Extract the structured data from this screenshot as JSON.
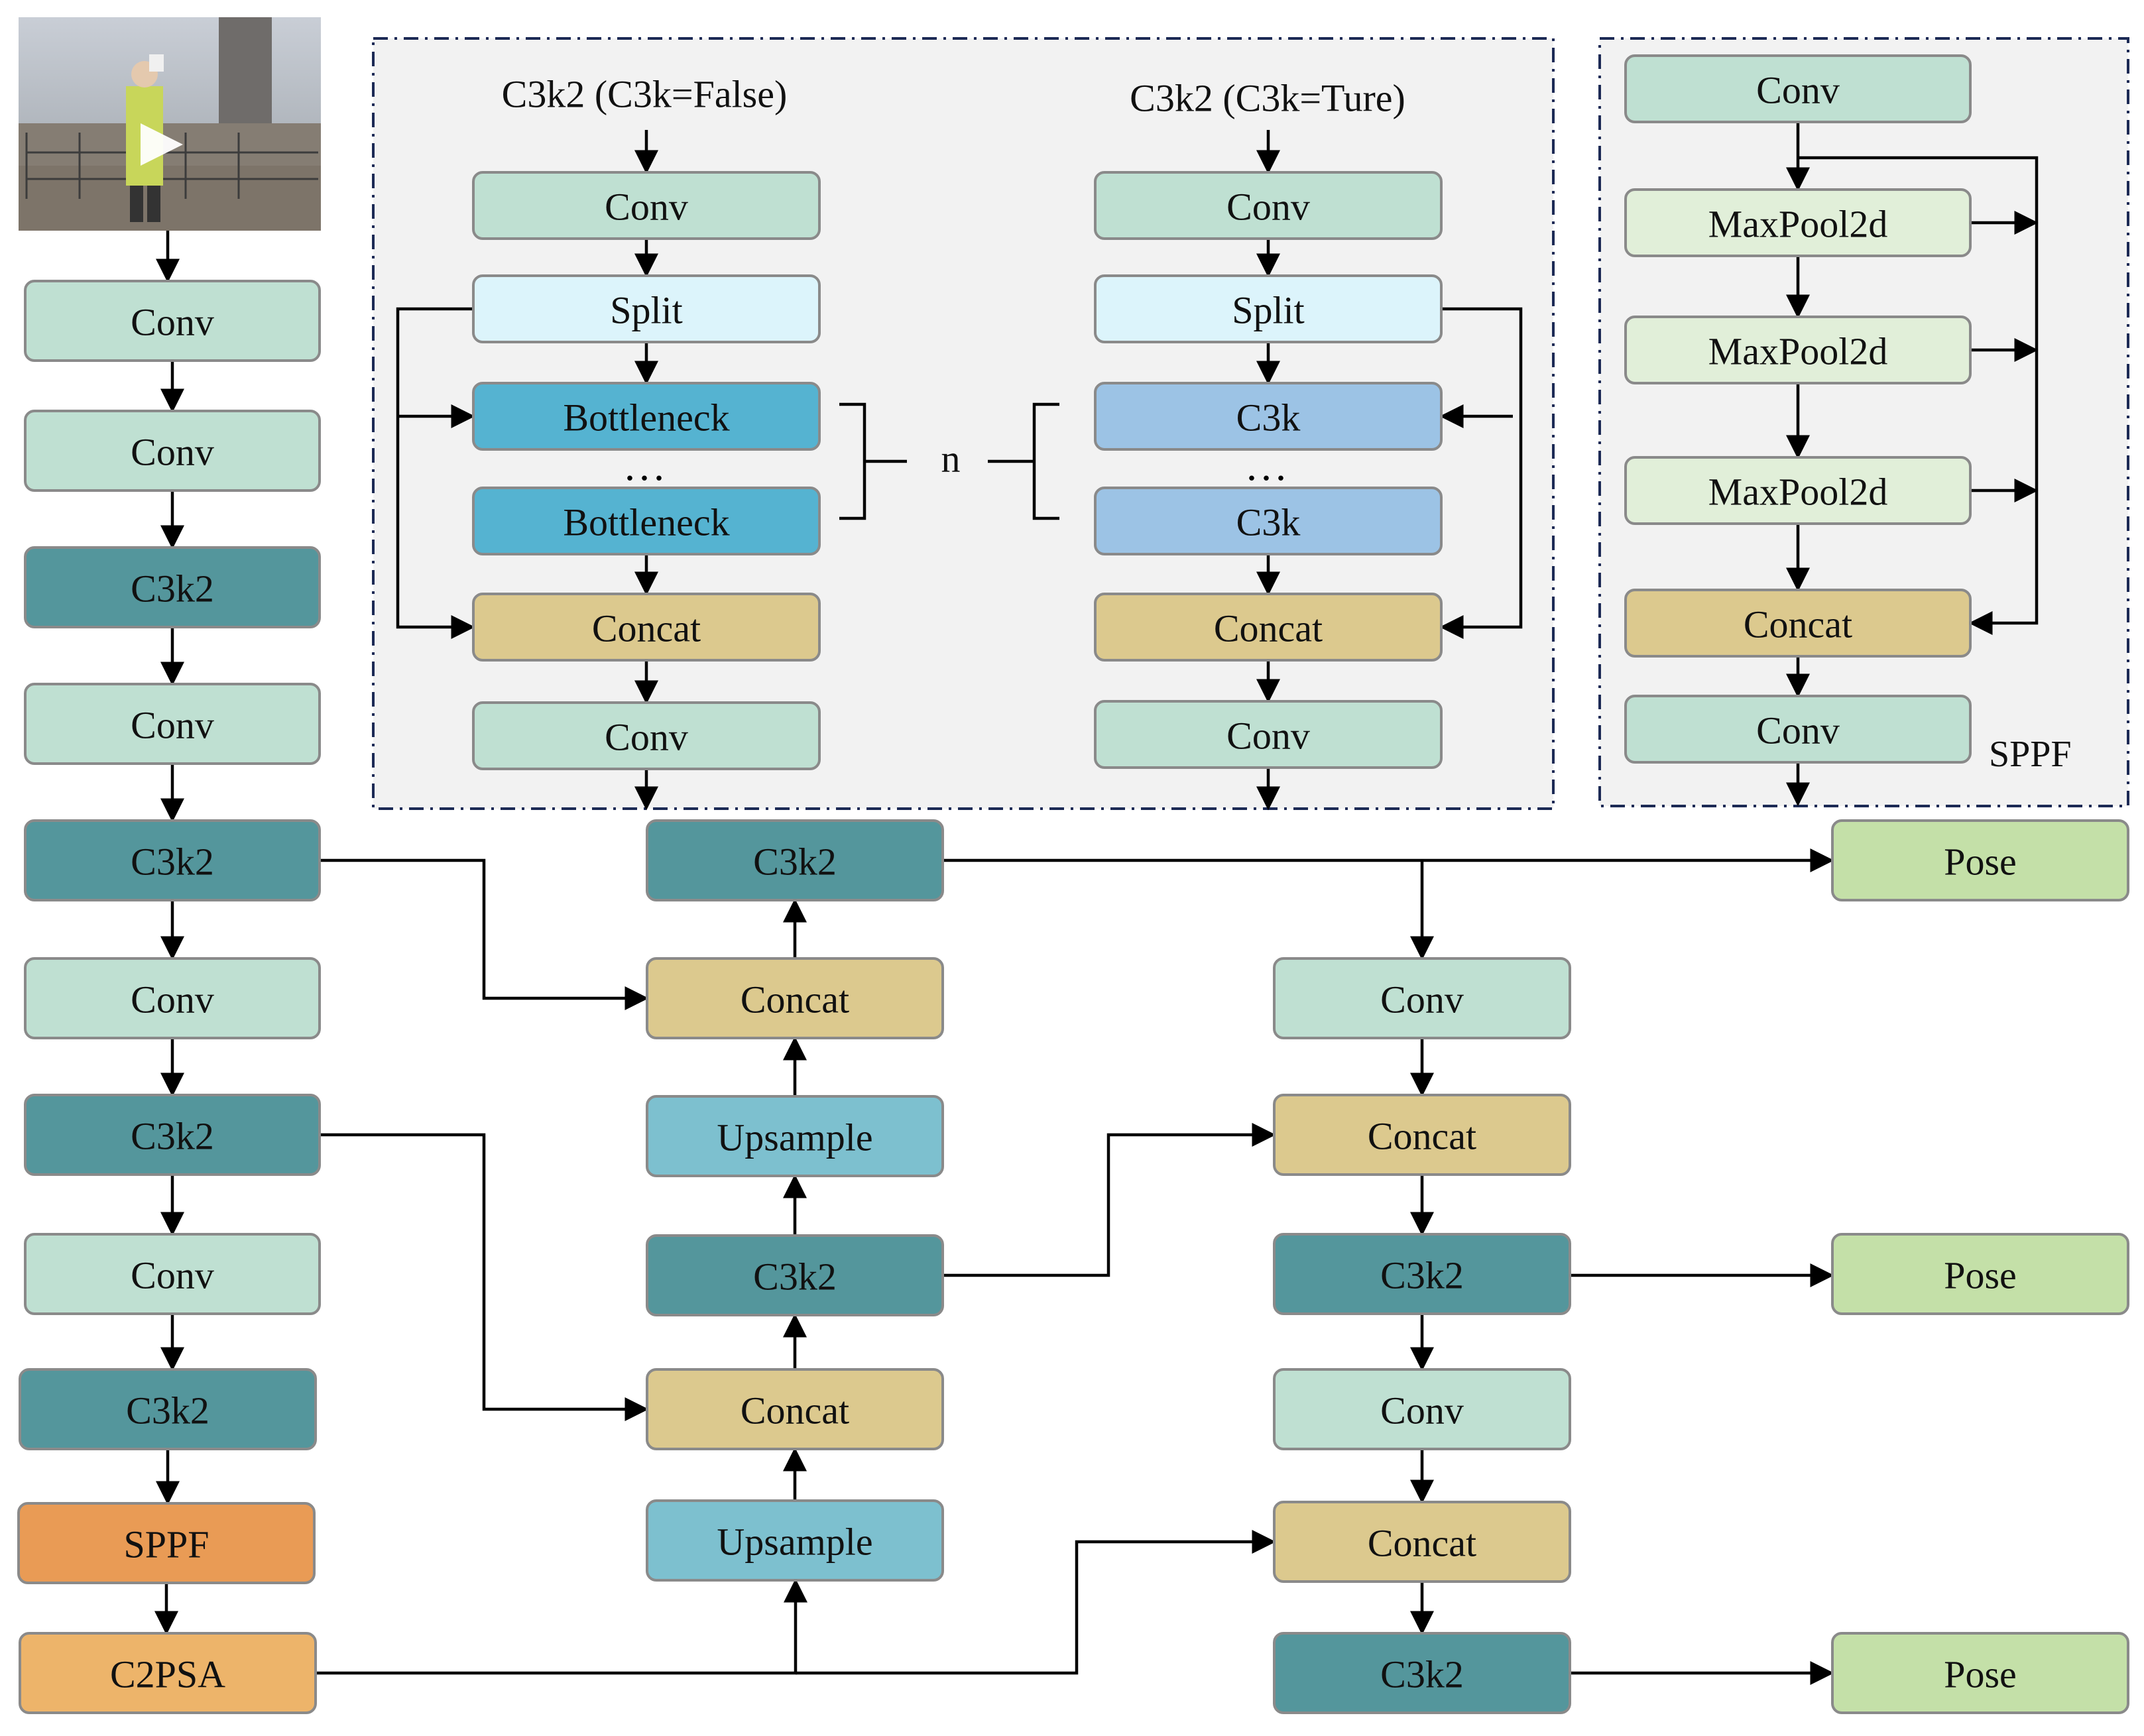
{
  "colors": {
    "conv": "#bfe0d2",
    "c3k2": "#54969c",
    "split": "#dcf4fb",
    "bottleneck": "#55b3d1",
    "c3k": "#9cc3e5",
    "concat": "#dcc98e",
    "maxpool": "#e1efd9",
    "upsample": "#7dc0cf",
    "sppf": "#e99b55",
    "c2psa": "#edb46a",
    "pose": "#c4e0a8"
  },
  "backbone": {
    "input": "video-frame-play-icon",
    "layers": [
      "Conv",
      "Conv",
      "C3k2",
      "Conv",
      "C3k2",
      "Conv",
      "C3k2",
      "Conv",
      "C3k2",
      "SPPF",
      "C2PSA"
    ]
  },
  "neck_up": [
    "Upsample",
    "Concat",
    "C3k2",
    "Upsample",
    "Concat",
    "C3k2"
  ],
  "neck_down": [
    "Conv",
    "Concat",
    "C3k2",
    "Conv",
    "Concat",
    "C3k2"
  ],
  "heads": [
    "Pose",
    "Pose",
    "Pose"
  ],
  "c3k2_false": {
    "title": "C3k2 (C3k=False)",
    "blocks": [
      "Conv",
      "Split",
      "Bottleneck",
      "Bottleneck",
      "Concat",
      "Conv"
    ],
    "dots": "..."
  },
  "repeat_label": "n",
  "c3k2_true": {
    "title": "C3k2 (C3k=Ture)",
    "blocks": [
      "Conv",
      "Split",
      "C3k",
      "C3k",
      "Concat",
      "Conv"
    ],
    "dots": "..."
  },
  "sppf_detail": {
    "label": "SPPF",
    "blocks": [
      "Conv",
      "MaxPool2d",
      "MaxPool2d",
      "MaxPool2d",
      "Concat",
      "Conv"
    ]
  }
}
